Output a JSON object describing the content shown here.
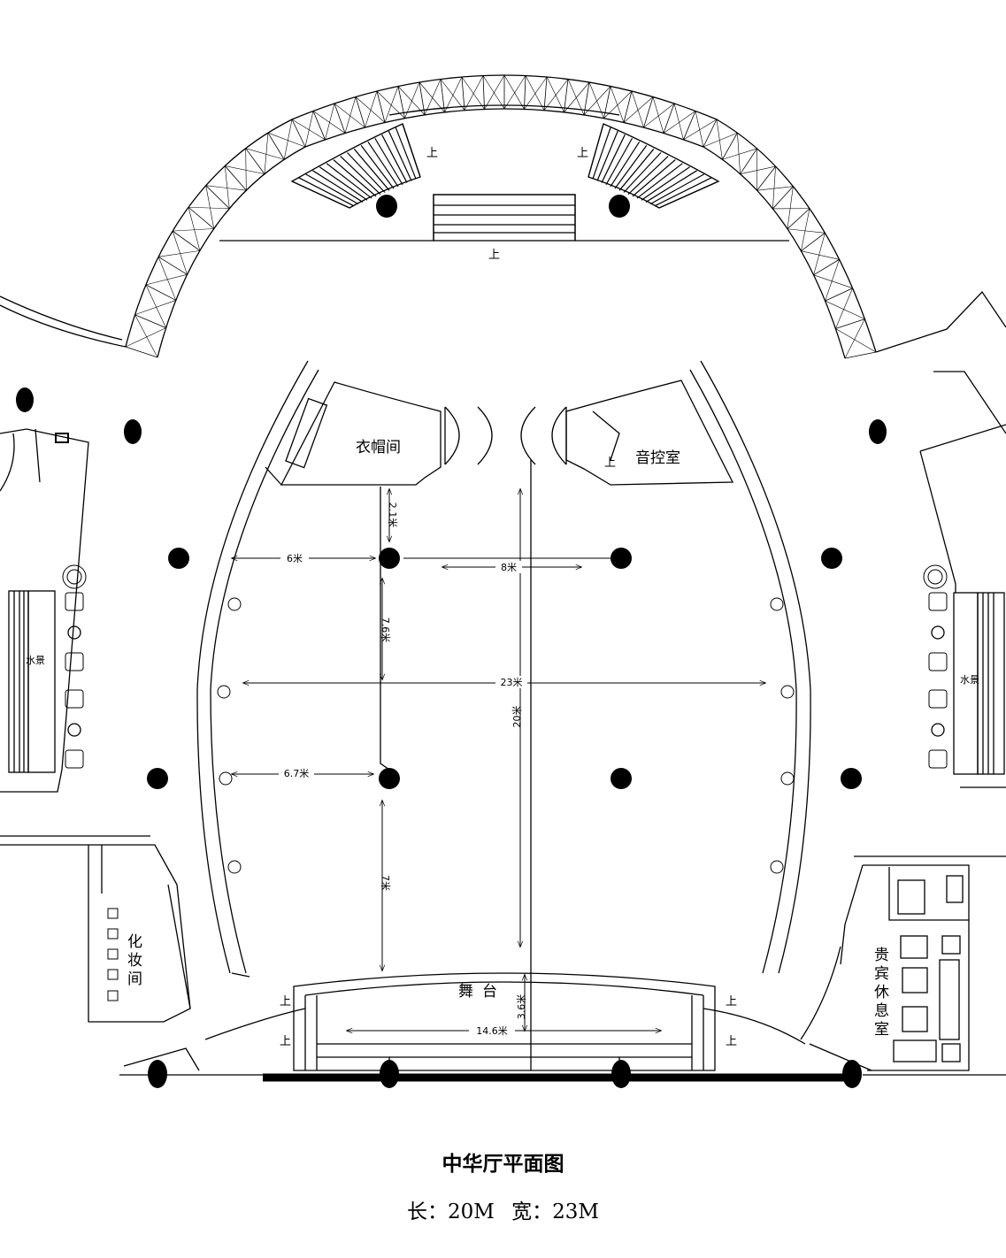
{
  "title": "中华厅平面图",
  "dimensions": {
    "length": "长：20M",
    "width": "宽：23M"
  },
  "rooms": {
    "cloakroom": "衣帽间",
    "sound_control": "音控室",
    "stage": "舞台",
    "dressing_room": "化妆间",
    "vip_lounge": "贵宾休息室",
    "water_feature_left": "水景",
    "water_feature_right": "水景"
  },
  "stair_marks": [
    "上",
    "上",
    "上",
    "上",
    "上",
    "上",
    "上",
    "上"
  ],
  "measurements": {
    "d_2_1": "2.1米",
    "d_6": "6米",
    "d_8": "8米",
    "d_7_6": "7.6米",
    "d_23": "23米",
    "d_20": "20米",
    "d_6_7": "6.7米",
    "d_7": "7米",
    "d_3_6": "3.6米",
    "d_14_6": "14.6米"
  },
  "colors": {
    "line": "#000000",
    "background": "#ffffff"
  }
}
